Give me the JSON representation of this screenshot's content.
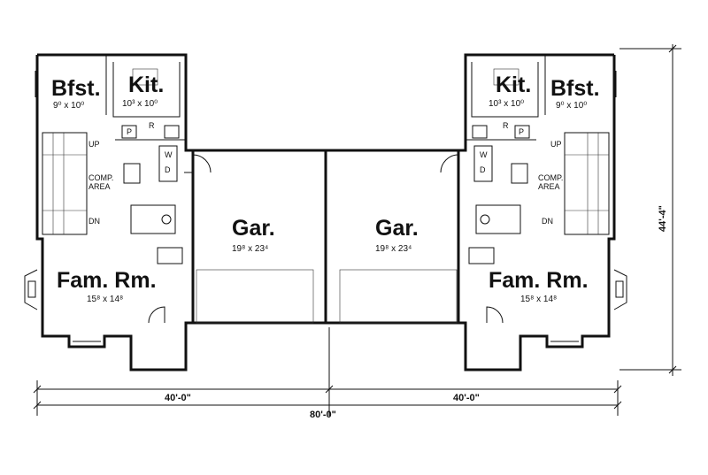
{
  "rooms": {
    "left": {
      "bfst": {
        "label": "Bfst.",
        "dim": "9⁰ x 10⁰"
      },
      "kit": {
        "label": "Kit.",
        "dim": "10³ x 10⁰"
      },
      "fam": {
        "label": "Fam. Rm.",
        "dim": "15⁸ x 14⁸"
      },
      "gar": {
        "label": "Gar.",
        "dim": "19⁸ x 23⁴"
      }
    },
    "right": {
      "bfst": {
        "label": "Bfst.",
        "dim": "9⁰ x 10⁰"
      },
      "kit": {
        "label": "Kit.",
        "dim": "10³ x 10⁰"
      },
      "fam": {
        "label": "Fam. Rm.",
        "dim": "15⁸ x 14⁸"
      },
      "gar": {
        "label": "Gar.",
        "dim": "19⁸ x 23⁴"
      }
    }
  },
  "small_labels": {
    "up": "UP",
    "dn": "DN",
    "comp": "COMP.",
    "area": "AREA",
    "p": "P",
    "r": "R",
    "w": "W",
    "d": "D"
  },
  "dimensions": {
    "left_width": "40'-0\"",
    "right_width": "40'-0\"",
    "total_width": "80'-0\"",
    "depth": "44'-4\""
  }
}
